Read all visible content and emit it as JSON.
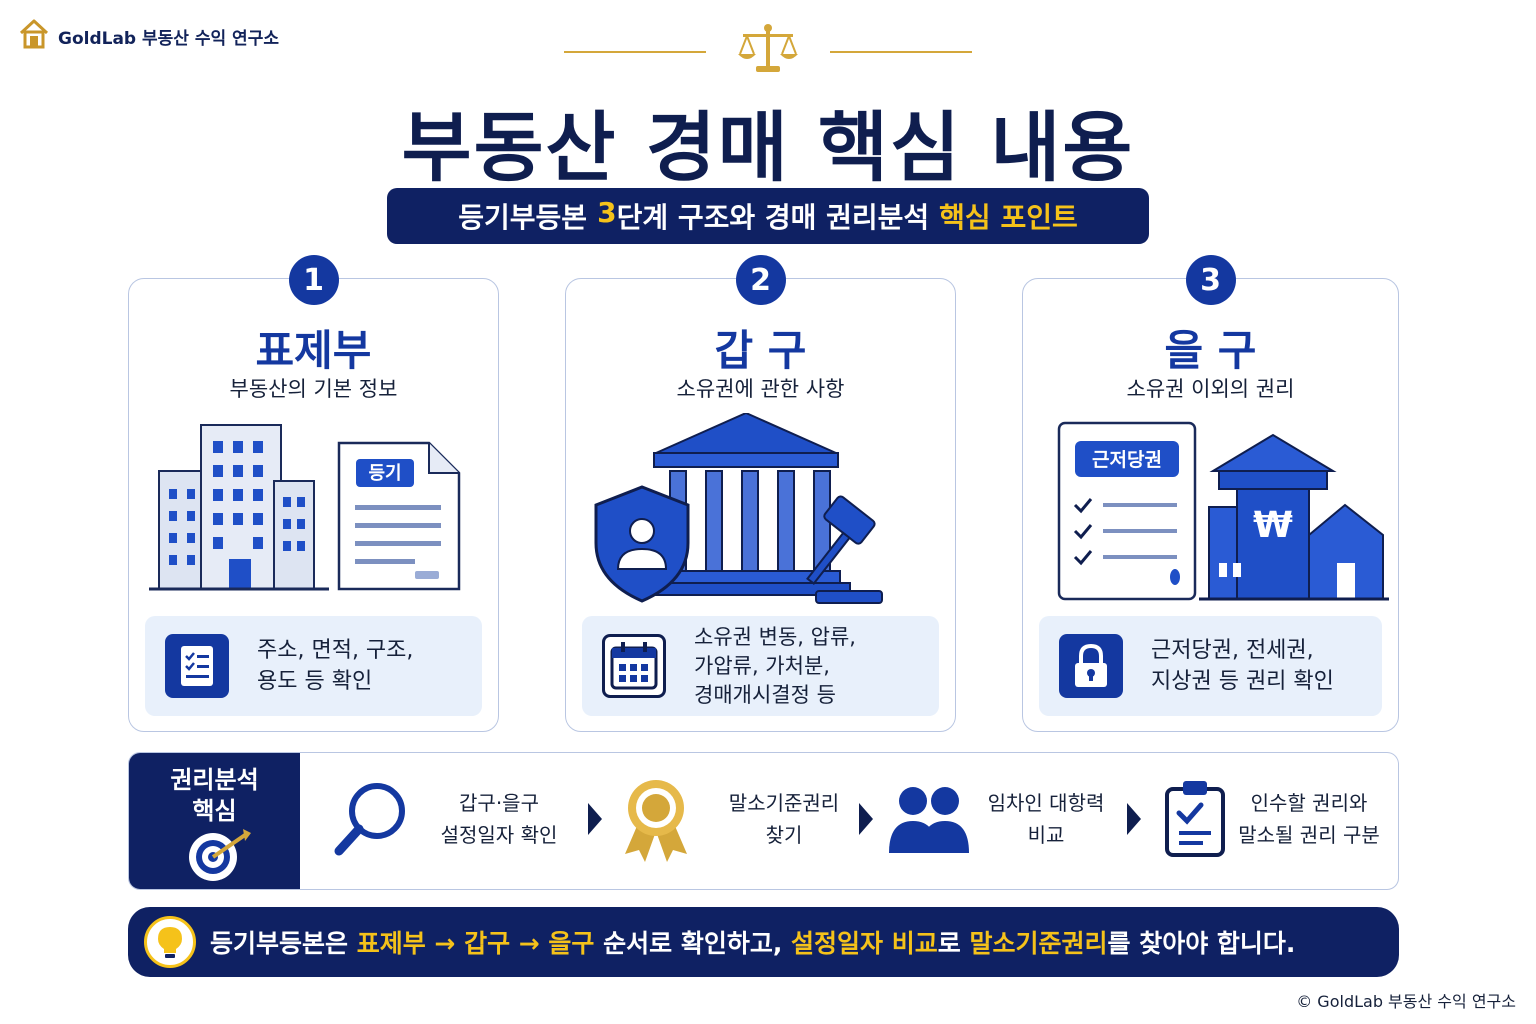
{
  "brand": {
    "name": "GoldLab 부동산 수익 연구소",
    "icon": "house-icon"
  },
  "title": "부동산 경매 핵심 내용",
  "subtitle": {
    "part1": "등기부등본",
    "part2": "3",
    "part3": "단계 구조와 경매 권리분석",
    "part4": "핵심 포인트"
  },
  "cards": [
    {
      "num": "1",
      "title": "표제부",
      "sub": "부동산의 기본 정보",
      "doc_tag": "등기",
      "info": [
        "주소, 면적, 구조,",
        "용도 등 확인"
      ],
      "icon": "checklist-icon"
    },
    {
      "num": "2",
      "title": "갑 구",
      "sub": "소유권에 관한 사항",
      "info": [
        "소유권 변동, 압류,",
        "가압류, 가처분,",
        "경매개시결정 등"
      ],
      "icon": "calendar-icon"
    },
    {
      "num": "3",
      "title": "을 구",
      "sub": "소유권 이외의 권리",
      "doc_tag": "근저당권",
      "currency": "₩",
      "info": [
        "근저당권, 전세권,",
        "지상권 등 권리 확인"
      ],
      "icon": "lock-icon"
    }
  ],
  "rights": {
    "heading": [
      "권리분석",
      "핵심"
    ],
    "steps": [
      {
        "text": [
          "갑구·을구",
          "설정일자 확인"
        ],
        "icon": "magnifier-icon"
      },
      {
        "text": [
          "말소기준권리",
          "찾기"
        ],
        "icon": "medal-icon"
      },
      {
        "text": [
          "임차인 대항력",
          "비교"
        ],
        "icon": "people-icon"
      },
      {
        "text": [
          "인수할 권리와",
          "말소될 권리 구분"
        ],
        "icon": "clipboard-icon"
      }
    ]
  },
  "footer": {
    "t1": "등기부등본은 ",
    "t2": "표제부 → 갑구 → 을구",
    "t3": " 순서로 확인하고, ",
    "t4": "설정일자 비교",
    "t5": "로 ",
    "t6": "말소기준권리",
    "t7": "를 찾아야 합니다."
  },
  "copyright": "© GoldLab 부동산 수익 연구소",
  "colors": {
    "navy": "#0f2163",
    "blue": "#1438a0",
    "gold": "#f5c21a"
  }
}
